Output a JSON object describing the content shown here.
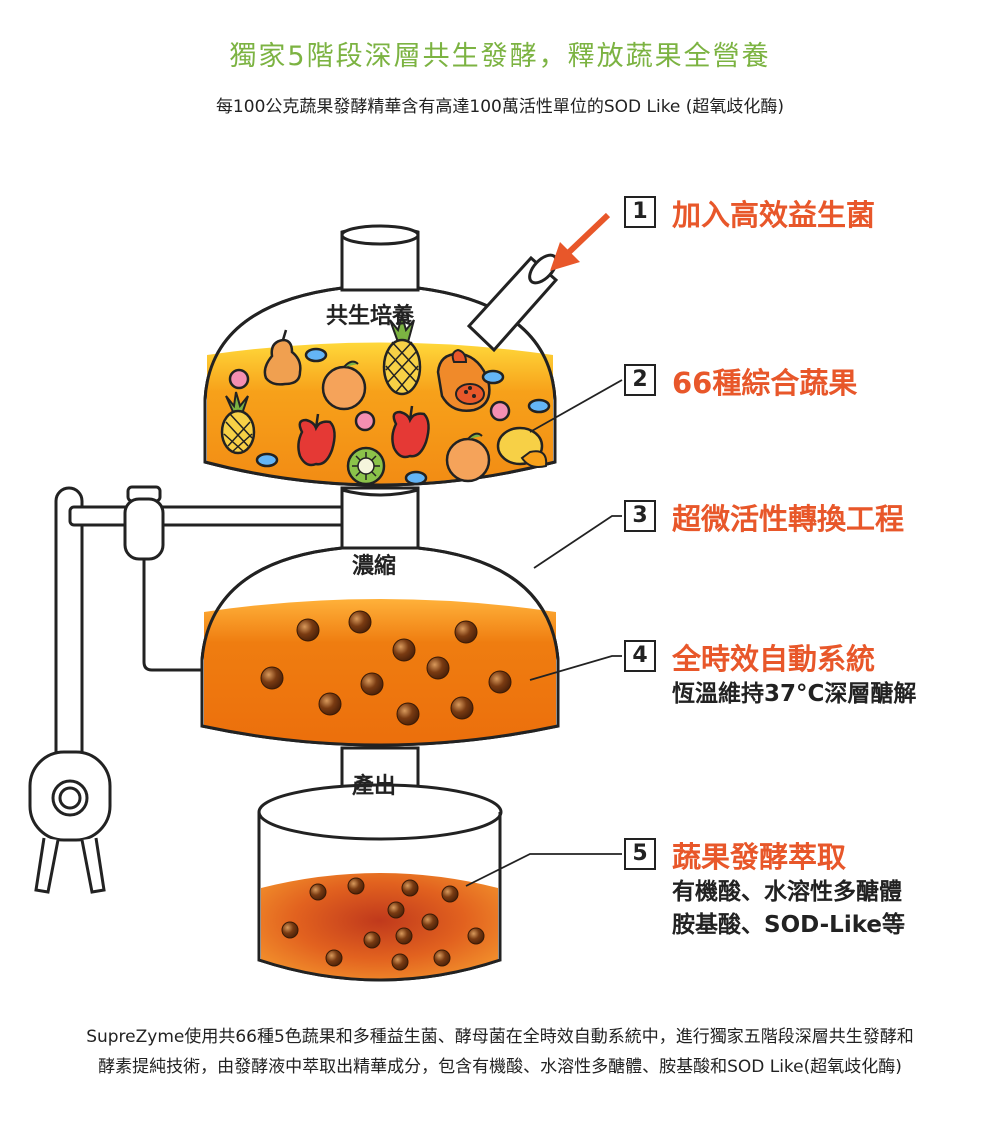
{
  "header": {
    "title": "獨家5階段深層共生發酵，釋放蔬果全營養",
    "subtitle": "每100公克蔬果發酵精華含有高達100萬活性單位的SOD Like (超氧歧化酶)"
  },
  "vessels": {
    "top_label": "共生培養",
    "middle_label": "濃縮",
    "bottom_label": "產出"
  },
  "steps": [
    {
      "num": "1",
      "title": "加入高效益生菌"
    },
    {
      "num": "2",
      "title": "66種綜合蔬果"
    },
    {
      "num": "3",
      "title": "超微活性轉換工程"
    },
    {
      "num": "4",
      "title": "全時效自動系統",
      "desc": "恆溫維持37°C深層醣解"
    },
    {
      "num": "5",
      "title": "蔬果發酵萃取",
      "desc1": "有機酸、水溶性多醣體",
      "desc2": "胺基酸、SOD-Like等"
    }
  ],
  "footer": {
    "line1": "SupreZyme使用共66種5色蔬果和多種益生菌、酵母菌在全時效自動系統中，進行獨家五階段深層共生發酵和",
    "line2": "酵素提純技術，由發酵液中萃取出精華成分，包含有機酸、水溶性多醣體、胺基酸和SOD Like(超氧歧化酶)"
  },
  "colors": {
    "title_green": "#7cb342",
    "step_orange": "#e8572a",
    "liquid_top": "#f7a11a",
    "liquid_mid": "#ef7d10",
    "liquid_bottom": "#d9521a",
    "bead": "#7a3b12"
  },
  "icons": [
    "pear-icon",
    "pineapple-icon",
    "papaya-icon",
    "peach-icon",
    "apple-icon",
    "kiwi-icon",
    "lemon-icon",
    "arrow-icon"
  ]
}
